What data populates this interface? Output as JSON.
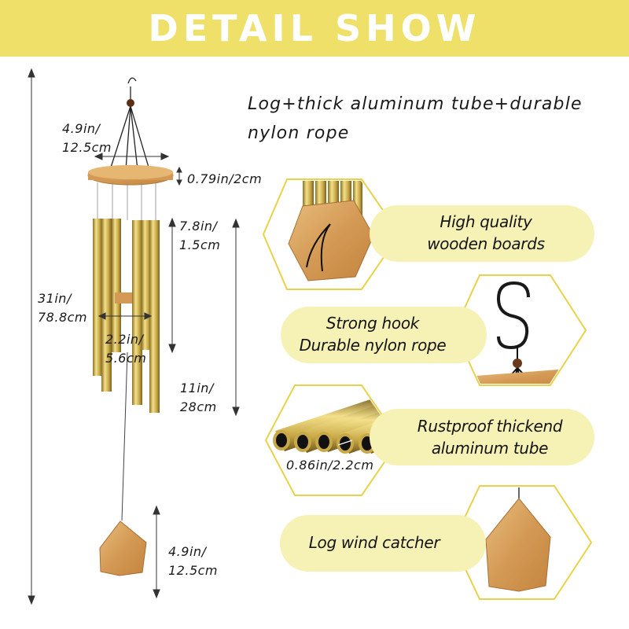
{
  "banner": {
    "title": "DETAIL SHOW",
    "color": "#efe06a"
  },
  "headline": {
    "line1": "Log+thick aluminum tube+durable",
    "line2": "nylon rope"
  },
  "dimensions": {
    "board_width": {
      "line1": "4.9in/",
      "line2": "12.5cm"
    },
    "board_thickness": "0.79in/2cm",
    "total_length": {
      "line1": "31in/",
      "line2": "78.8cm"
    },
    "short_tube": {
      "line1": "7.8in/",
      "line2": "1.5cm"
    },
    "tube_spacing": {
      "line1": "2.2in/",
      "line2": "5.6cm"
    },
    "long_tube": {
      "line1": "11in/",
      "line2": "28cm"
    },
    "catcher_size": {
      "line1": "4.9in/",
      "line2": "12.5cm"
    },
    "tube_diameter": "0.86in/2.2cm"
  },
  "features": [
    {
      "line1": "High quality",
      "line2": "wooden boards",
      "icon": "wooden-board-photo"
    },
    {
      "line1": "Strong hook",
      "line2": "Durable nylon rope",
      "icon": "hook-photo"
    },
    {
      "line1": "Rustproof thickend",
      "line2": "aluminum tube",
      "icon": "tube-photo"
    },
    {
      "line1": "Log wind catcher",
      "icon": "wind-catcher-photo"
    }
  ],
  "colors": {
    "pill": "#f6f1b5",
    "hex_border": "#e8d24a",
    "wood": "#d9a25f",
    "tube": "#c8a94a"
  }
}
